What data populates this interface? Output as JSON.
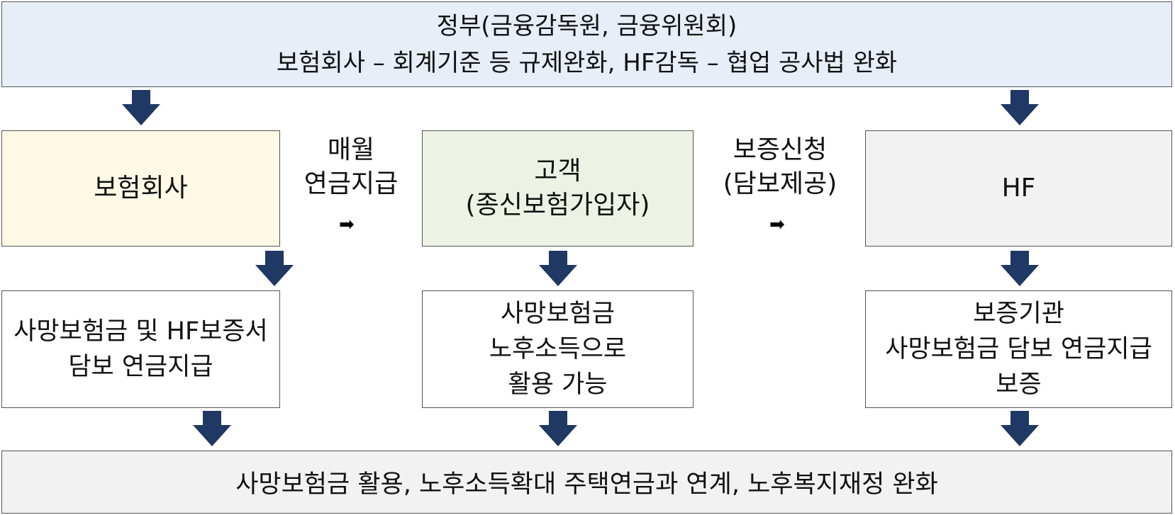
{
  "government": {
    "line1": "정부(금융감독원, 금융위원회)",
    "line2": "보험회사 – 회계기준 등 규제완화, HF감독 – 협업 공사법 완화"
  },
  "insurer": {
    "label": "보험회사"
  },
  "customer": {
    "line1": "고객",
    "line2": "(종신보험가입자)"
  },
  "hf": {
    "label": "HF"
  },
  "flow_left": {
    "line1": "매월",
    "line2": "연금지급",
    "arrow": "➡"
  },
  "flow_right": {
    "line1": "보증신청",
    "line2": "(담보제공)",
    "arrow": "➡"
  },
  "insurer_result": {
    "line1": "사망보험금 및 HF보증서",
    "line2": "담보 연금지급"
  },
  "customer_result": {
    "line1": "사망보험금",
    "line2": "노후소득으로",
    "line3": "활용 가능"
  },
  "hf_result": {
    "line1": "보증기관",
    "line2": "사망보험금 담보 연금지급",
    "line3": "보증"
  },
  "conclusion": {
    "text": "사망보험금 활용, 노후소득확대 주택연금과 연계, 노후복지재정 완화"
  },
  "colors": {
    "arrow": "#1f3864",
    "government_fill": "#e7eef8",
    "insurer_fill": "#fff9e6",
    "customer_fill": "#ecf3e5",
    "hf_fill": "#f2f2f2"
  }
}
